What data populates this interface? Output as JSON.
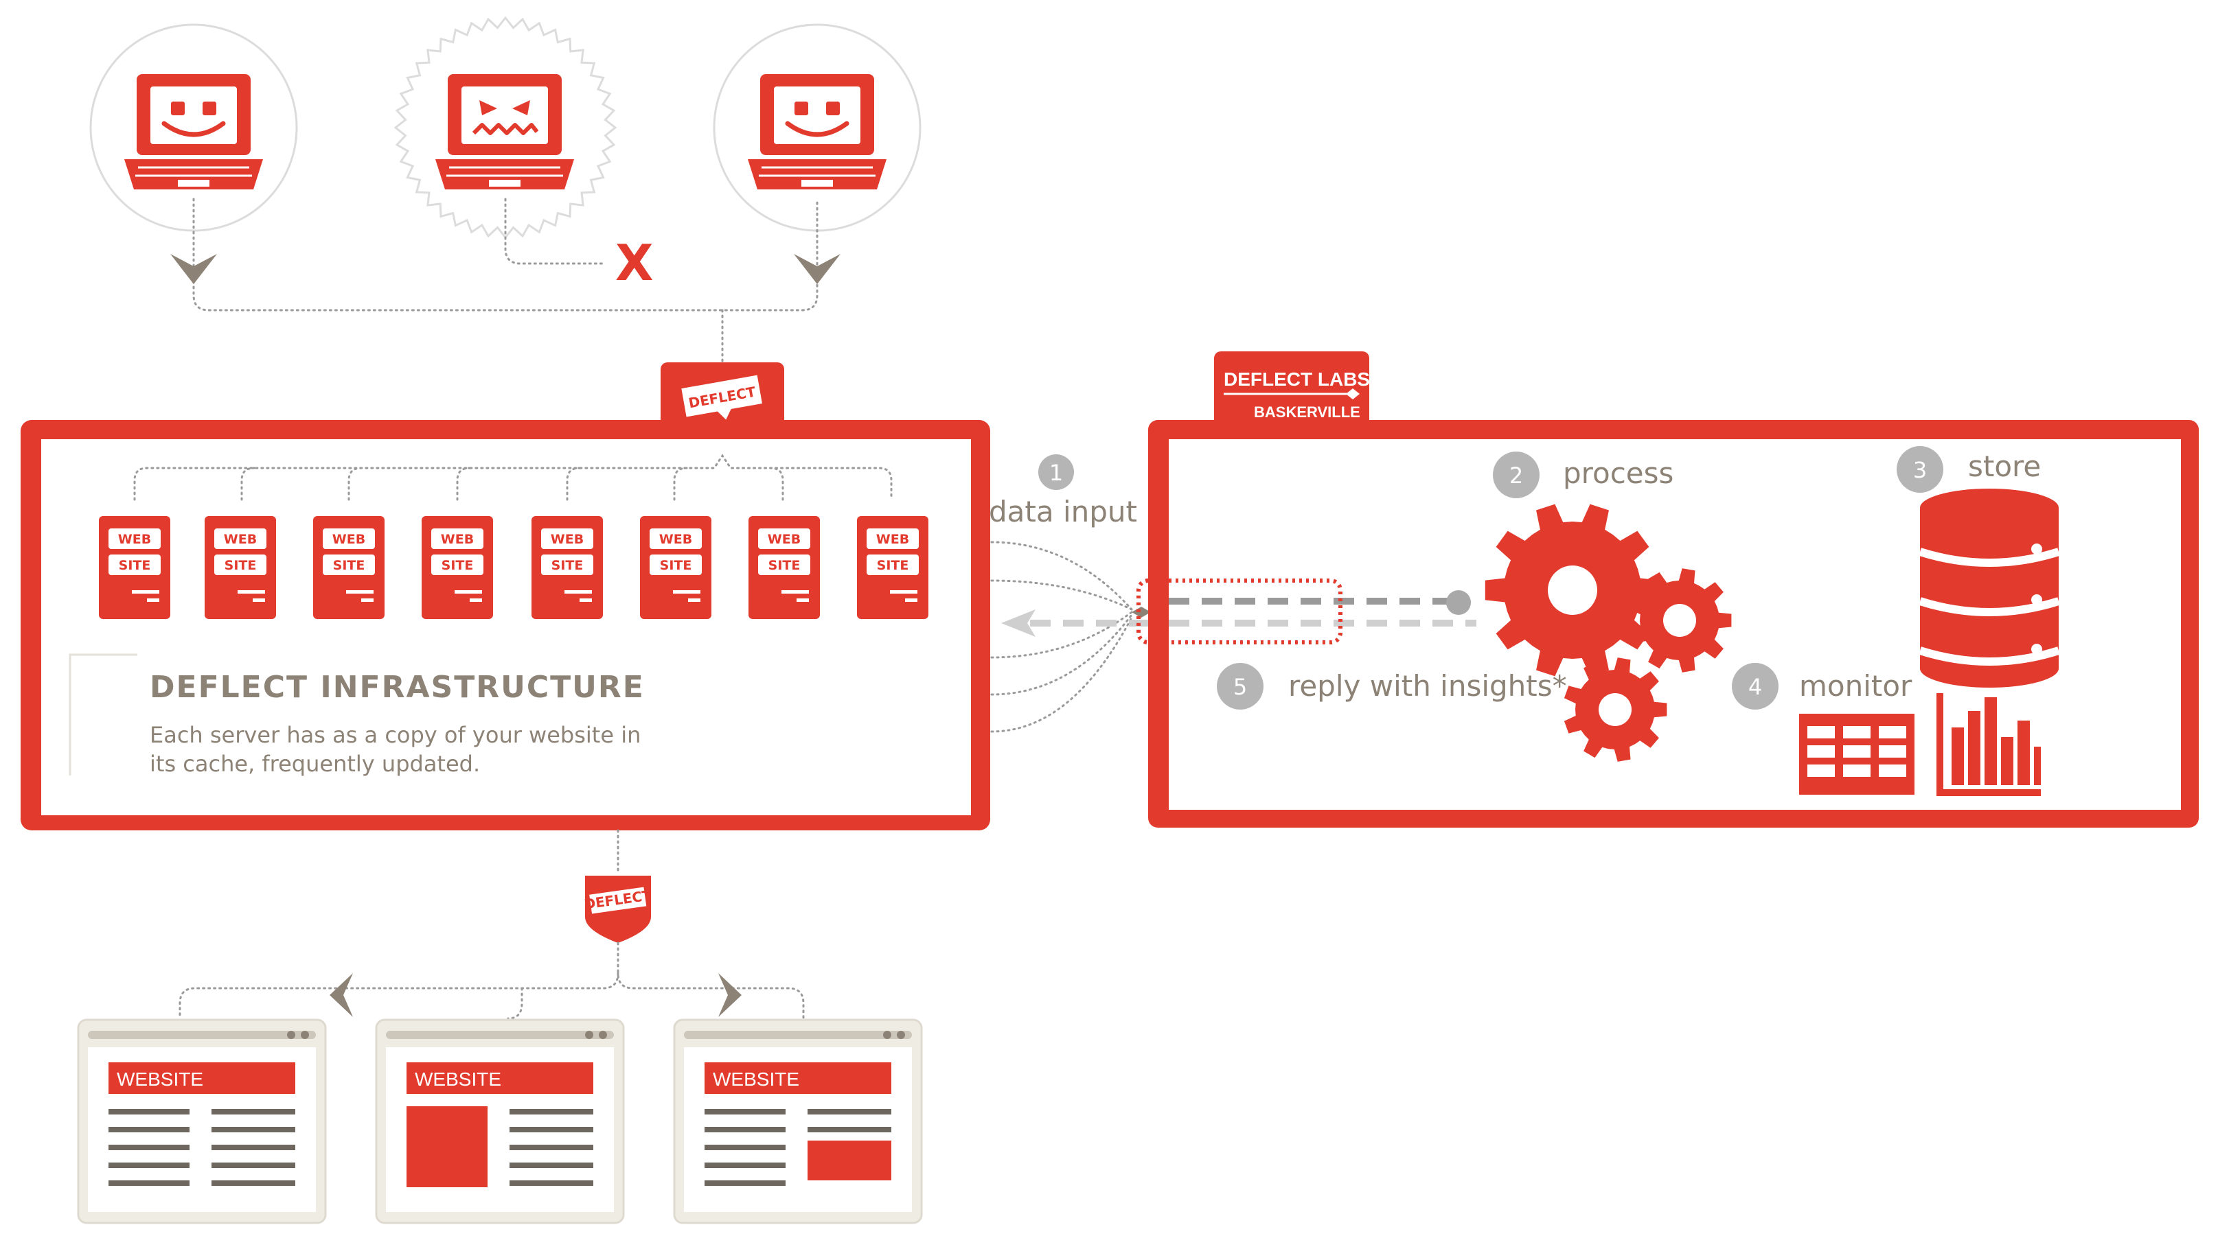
{
  "infrastructure": {
    "title": "DEFLECT INFRASTRUCTURE",
    "description_line1": "Each server has as a copy of your website in",
    "description_line2": "its cache, frequently updated.",
    "badge": "DEFLECT",
    "server_label_top": "WEB",
    "server_label_bottom": "SITE"
  },
  "labs": {
    "tab_line1": "DEFLECT LABS",
    "tab_line2": "BASKERVILLE"
  },
  "steps": [
    {
      "num": "1",
      "label": "data input"
    },
    {
      "num": "2",
      "label": "process"
    },
    {
      "num": "3",
      "label": "store"
    },
    {
      "num": "4",
      "label": "monitor"
    },
    {
      "num": "5",
      "label": "reply with insights*"
    }
  ],
  "attack_marker": "X",
  "output_badge": "DEFLECT",
  "websites": [
    {
      "label": "WEBSITE"
    },
    {
      "label": "WEBSITE"
    },
    {
      "label": "WEBSITE"
    }
  ],
  "colors": {
    "brand_red": "#e23b2e",
    "text_gray": "#8c8275",
    "step_gray": "#b5b5b5",
    "browser_beige": "#efece4"
  }
}
